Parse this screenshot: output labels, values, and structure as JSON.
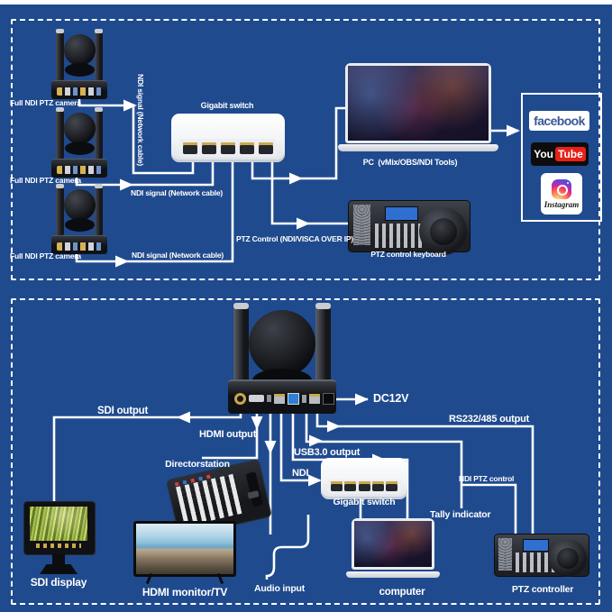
{
  "colors": {
    "background_blue": "#1f4a8e",
    "line_white": "#ffffff",
    "facebook_blue": "#3b5998",
    "youtube_red": "#e62117",
    "instagram_gradient": [
      "#fdf497",
      "#fd5949",
      "#d6249f",
      "#285AEB"
    ]
  },
  "icons": {
    "ptz_camera": "ptz-camera-illustration",
    "gigabit_switch": "network-switch-illustration",
    "laptop": "laptop-illustration",
    "joystick_keyboard": "ptz-joystick-keyboard-illustration",
    "monitor": "monitor-illustration",
    "arrow": "white-arrowhead"
  },
  "top_panel": {
    "cameras": [
      {
        "label": "Full NDI PTZ camera"
      },
      {
        "label": "Full NDI PTZ camera"
      },
      {
        "label": "Full NDI PTZ camera"
      }
    ],
    "ndi_vertical_label": "NDI signal (Network cable)",
    "ndi_label_2": "NDI signal (Network cable)",
    "ndi_label_3": "NDI signal (Network cable)",
    "switch_label": "Gigabit switch",
    "pc_label": "PC  (vMix/OBS/NDI Tools)",
    "ptz_control_label": "PTZ Control (NDI/VISCA OVER IP)",
    "keyboard_label": "PTZ control keyboard",
    "social": {
      "facebook": "facebook",
      "youtube_you": "You",
      "youtube_tube": "Tube",
      "instagram": "Instagram"
    }
  },
  "bottom_panel": {
    "dc_label": "DC12V",
    "rs232_label": "RS232/485 output",
    "sdi_output_label": "SDI output",
    "hdmi_output_label": "HDMI output",
    "usb_output_label": "USB3.0 output",
    "ndi_label": "NDI",
    "director_label": "Directorstation",
    "switch_label": "Gigabit switch",
    "ndi_ptz_label": "NDI PTZ control",
    "tally_label": "Tally indicator",
    "sdi_display_label": "SDI display",
    "hdmi_tv_label": "HDMI monitor/TV",
    "audio_label": "Audio input",
    "computer_label": "computer",
    "ptz_controller_label": "PTZ controller"
  }
}
